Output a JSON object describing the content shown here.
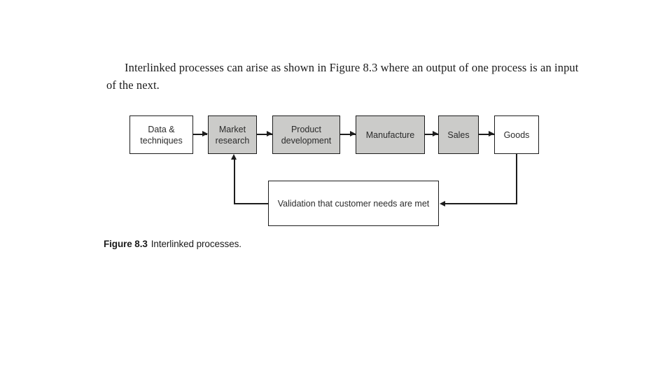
{
  "page": {
    "background_color": "#ffffff",
    "shaded_node_color": "#cbcbc9",
    "line_color": "#1d1d1d"
  },
  "body_text": {
    "paragraph": "Interlinked processes can arise as shown in Figure 8.3 where an output of one process is an input of the next."
  },
  "figure": {
    "caption_label": "Figure 8.3",
    "caption_text": "Interlinked processes.",
    "nodes": [
      {
        "id": "data-techniques",
        "label": "Data &\ntechniques",
        "shaded": false
      },
      {
        "id": "market-research",
        "label": "Market\nresearch",
        "shaded": true
      },
      {
        "id": "product-development",
        "label": "Product\ndevelopment",
        "shaded": true
      },
      {
        "id": "manufacture",
        "label": "Manufacture",
        "shaded": true
      },
      {
        "id": "sales",
        "label": "Sales",
        "shaded": true
      },
      {
        "id": "goods",
        "label": "Goods",
        "shaded": false
      },
      {
        "id": "validation",
        "label": "Validation that customer needs are met",
        "shaded": false
      }
    ]
  }
}
